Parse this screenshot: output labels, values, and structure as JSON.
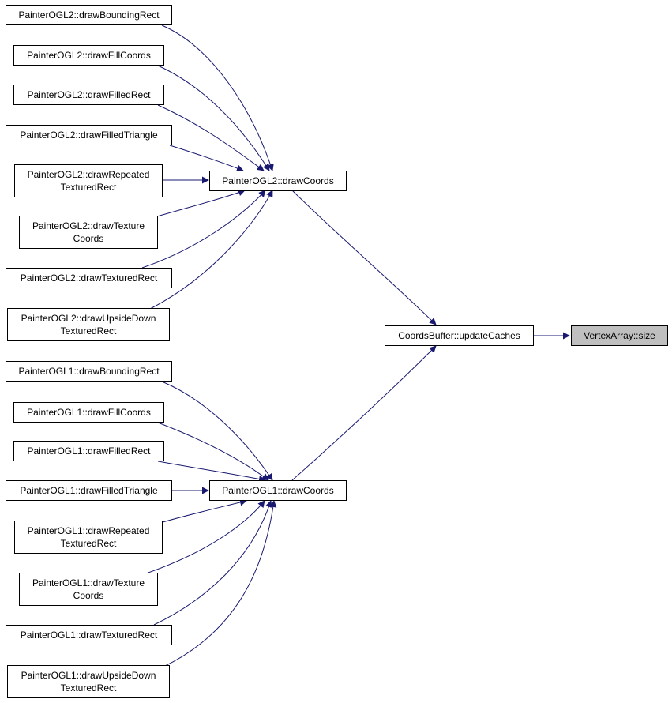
{
  "colors": {
    "edge": "#191970",
    "node_fill": "#ffffff",
    "target_fill": "#bfbfbf",
    "border": "#000000"
  },
  "nodes": {
    "ogl2_bounding": [
      "PainterOGL2::drawBoundingRect"
    ],
    "ogl2_fillcoords": [
      "PainterOGL2::drawFillCoords"
    ],
    "ogl2_filledrect": [
      "PainterOGL2::drawFilledRect"
    ],
    "ogl2_filledtri": [
      "PainterOGL2::drawFilledTriangle"
    ],
    "ogl2_repeated": [
      "PainterOGL2::drawRepeated",
      "TexturedRect"
    ],
    "ogl2_texcoords": [
      "PainterOGL2::drawTexture",
      "Coords"
    ],
    "ogl2_texrect": [
      "PainterOGL2::drawTexturedRect"
    ],
    "ogl2_upside": [
      "PainterOGL2::drawUpsideDown",
      "TexturedRect"
    ],
    "ogl2_drawcoords": [
      "PainterOGL2::drawCoords"
    ],
    "updatecaches": [
      "CoordsBuffer::updateCaches"
    ],
    "size": [
      "VertexArray::size"
    ],
    "ogl1_drawcoords": [
      "PainterOGL1::drawCoords"
    ],
    "ogl1_bounding": [
      "PainterOGL1::drawBoundingRect"
    ],
    "ogl1_fillcoords": [
      "PainterOGL1::drawFillCoords"
    ],
    "ogl1_filledrect": [
      "PainterOGL1::drawFilledRect"
    ],
    "ogl1_filledtri": [
      "PainterOGL1::drawFilledTriangle"
    ],
    "ogl1_repeated": [
      "PainterOGL1::drawRepeated",
      "TexturedRect"
    ],
    "ogl1_texcoords": [
      "PainterOGL1::drawTexture",
      "Coords"
    ],
    "ogl1_texrect": [
      "PainterOGL1::drawTexturedRect"
    ],
    "ogl1_upside": [
      "PainterOGL1::drawUpsideDown",
      "TexturedRect"
    ]
  }
}
